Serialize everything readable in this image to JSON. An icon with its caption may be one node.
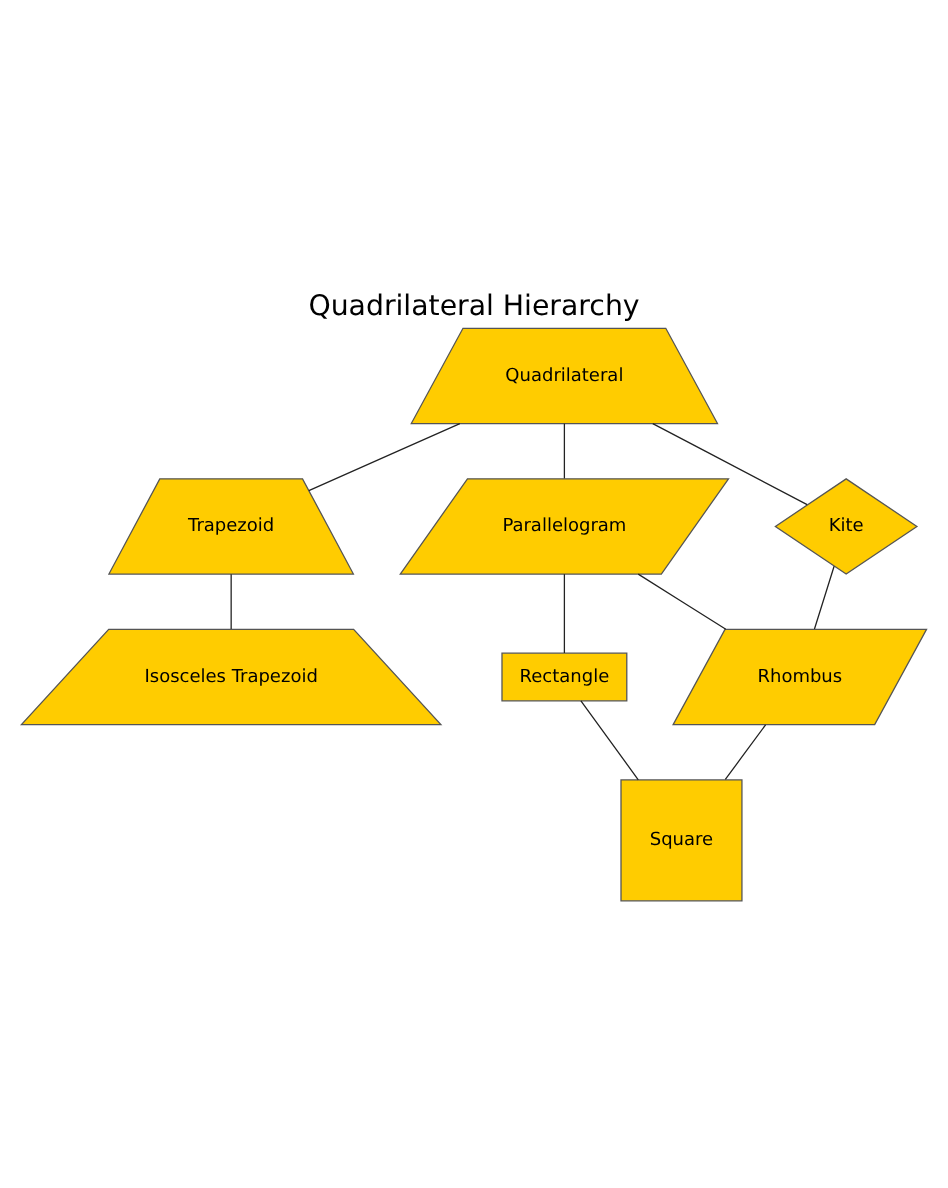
{
  "diagram": {
    "title": "Quadrilateral Hierarchy",
    "nodes": [
      {
        "text": [
          "Quadrilateral"
        ]
      },
      {
        "text": [
          "Trapezoid"
        ]
      },
      {
        "text": [
          "Parallelogram"
        ]
      },
      {
        "text": [
          "Kite"
        ]
      },
      {
        "text": [
          "Isosceles Trapezoid"
        ]
      },
      {
        "text": [
          "Rectangle"
        ]
      },
      {
        "text": [
          "Rhombus"
        ]
      },
      {
        "text": [
          "Square"
        ]
      }
    ],
    "edges": [
      {
        "from": 0,
        "to": 1,
        "arrow": "none"
      },
      {
        "from": 0,
        "to": 2,
        "arrow": "none"
      },
      {
        "from": 0,
        "to": 3,
        "arrow": "none"
      },
      {
        "from": 1,
        "to": 4,
        "arrow": "none"
      },
      {
        "from": 2,
        "to": 5,
        "arrow": "none"
      },
      {
        "from": 2,
        "to": 6,
        "arrow": "none"
      },
      {
        "from": 3,
        "to": 6,
        "arrow": "none"
      },
      {
        "from": 5,
        "to": 7,
        "arrow": "none"
      },
      {
        "from": 6,
        "to": 7,
        "arrow": "none"
      }
    ]
  }
}
